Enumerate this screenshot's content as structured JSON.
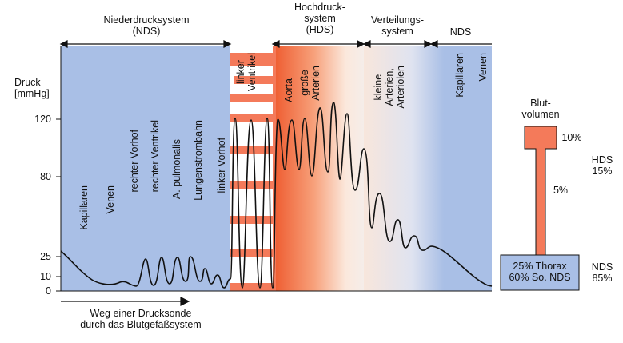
{
  "sections": {
    "nds": "Niederdrucksystem\n(NDS)",
    "hds": "Hochdruck-\nsystem\n(HDS)",
    "verteilung": "Verteilungs-\nsystem",
    "nds_right": "NDS"
  },
  "y_axis": {
    "label": "Druck\n[mmHg]",
    "ticks": [
      "120",
      "80",
      "25",
      "10",
      "0"
    ]
  },
  "vessel_labels": {
    "kapillaren": "Kapillaren",
    "venen": "Venen",
    "rechter_vorhof": "rechter Vorhof",
    "rechter_ventrikel": "rechter Ventrikel",
    "a_pulmonalis": "A. pulmonalis",
    "lungenstrombahn": "Lungenstrombahn",
    "linker_vorhof": "linker Vorhof",
    "linker_ventrikel": "linker\nVentrikel",
    "aorta": "Aorta",
    "grosse_arterien": "große\nArterien",
    "kleine_arterien": "kleine\nArterien,\nArteriolen",
    "kapillaren_right": "Kapillaren",
    "venen_right": "Venen"
  },
  "caption": "Weg einer Drucksonde\ndurch das Blutgefäßsystem",
  "blood_volume": {
    "title": "Blut-\nvolumen",
    "pct_top": "10%",
    "pct_mid": "5%",
    "hds_label": "HDS\n15%",
    "nds_label": "NDS\n85%",
    "box_text": "25% Thorax\n60% So. NDS"
  },
  "colors": {
    "nds_blue": "#a9bfe6",
    "hds_orange": "#f26a3c",
    "ventricle": "#f47a5a",
    "curve": "#111111"
  }
}
